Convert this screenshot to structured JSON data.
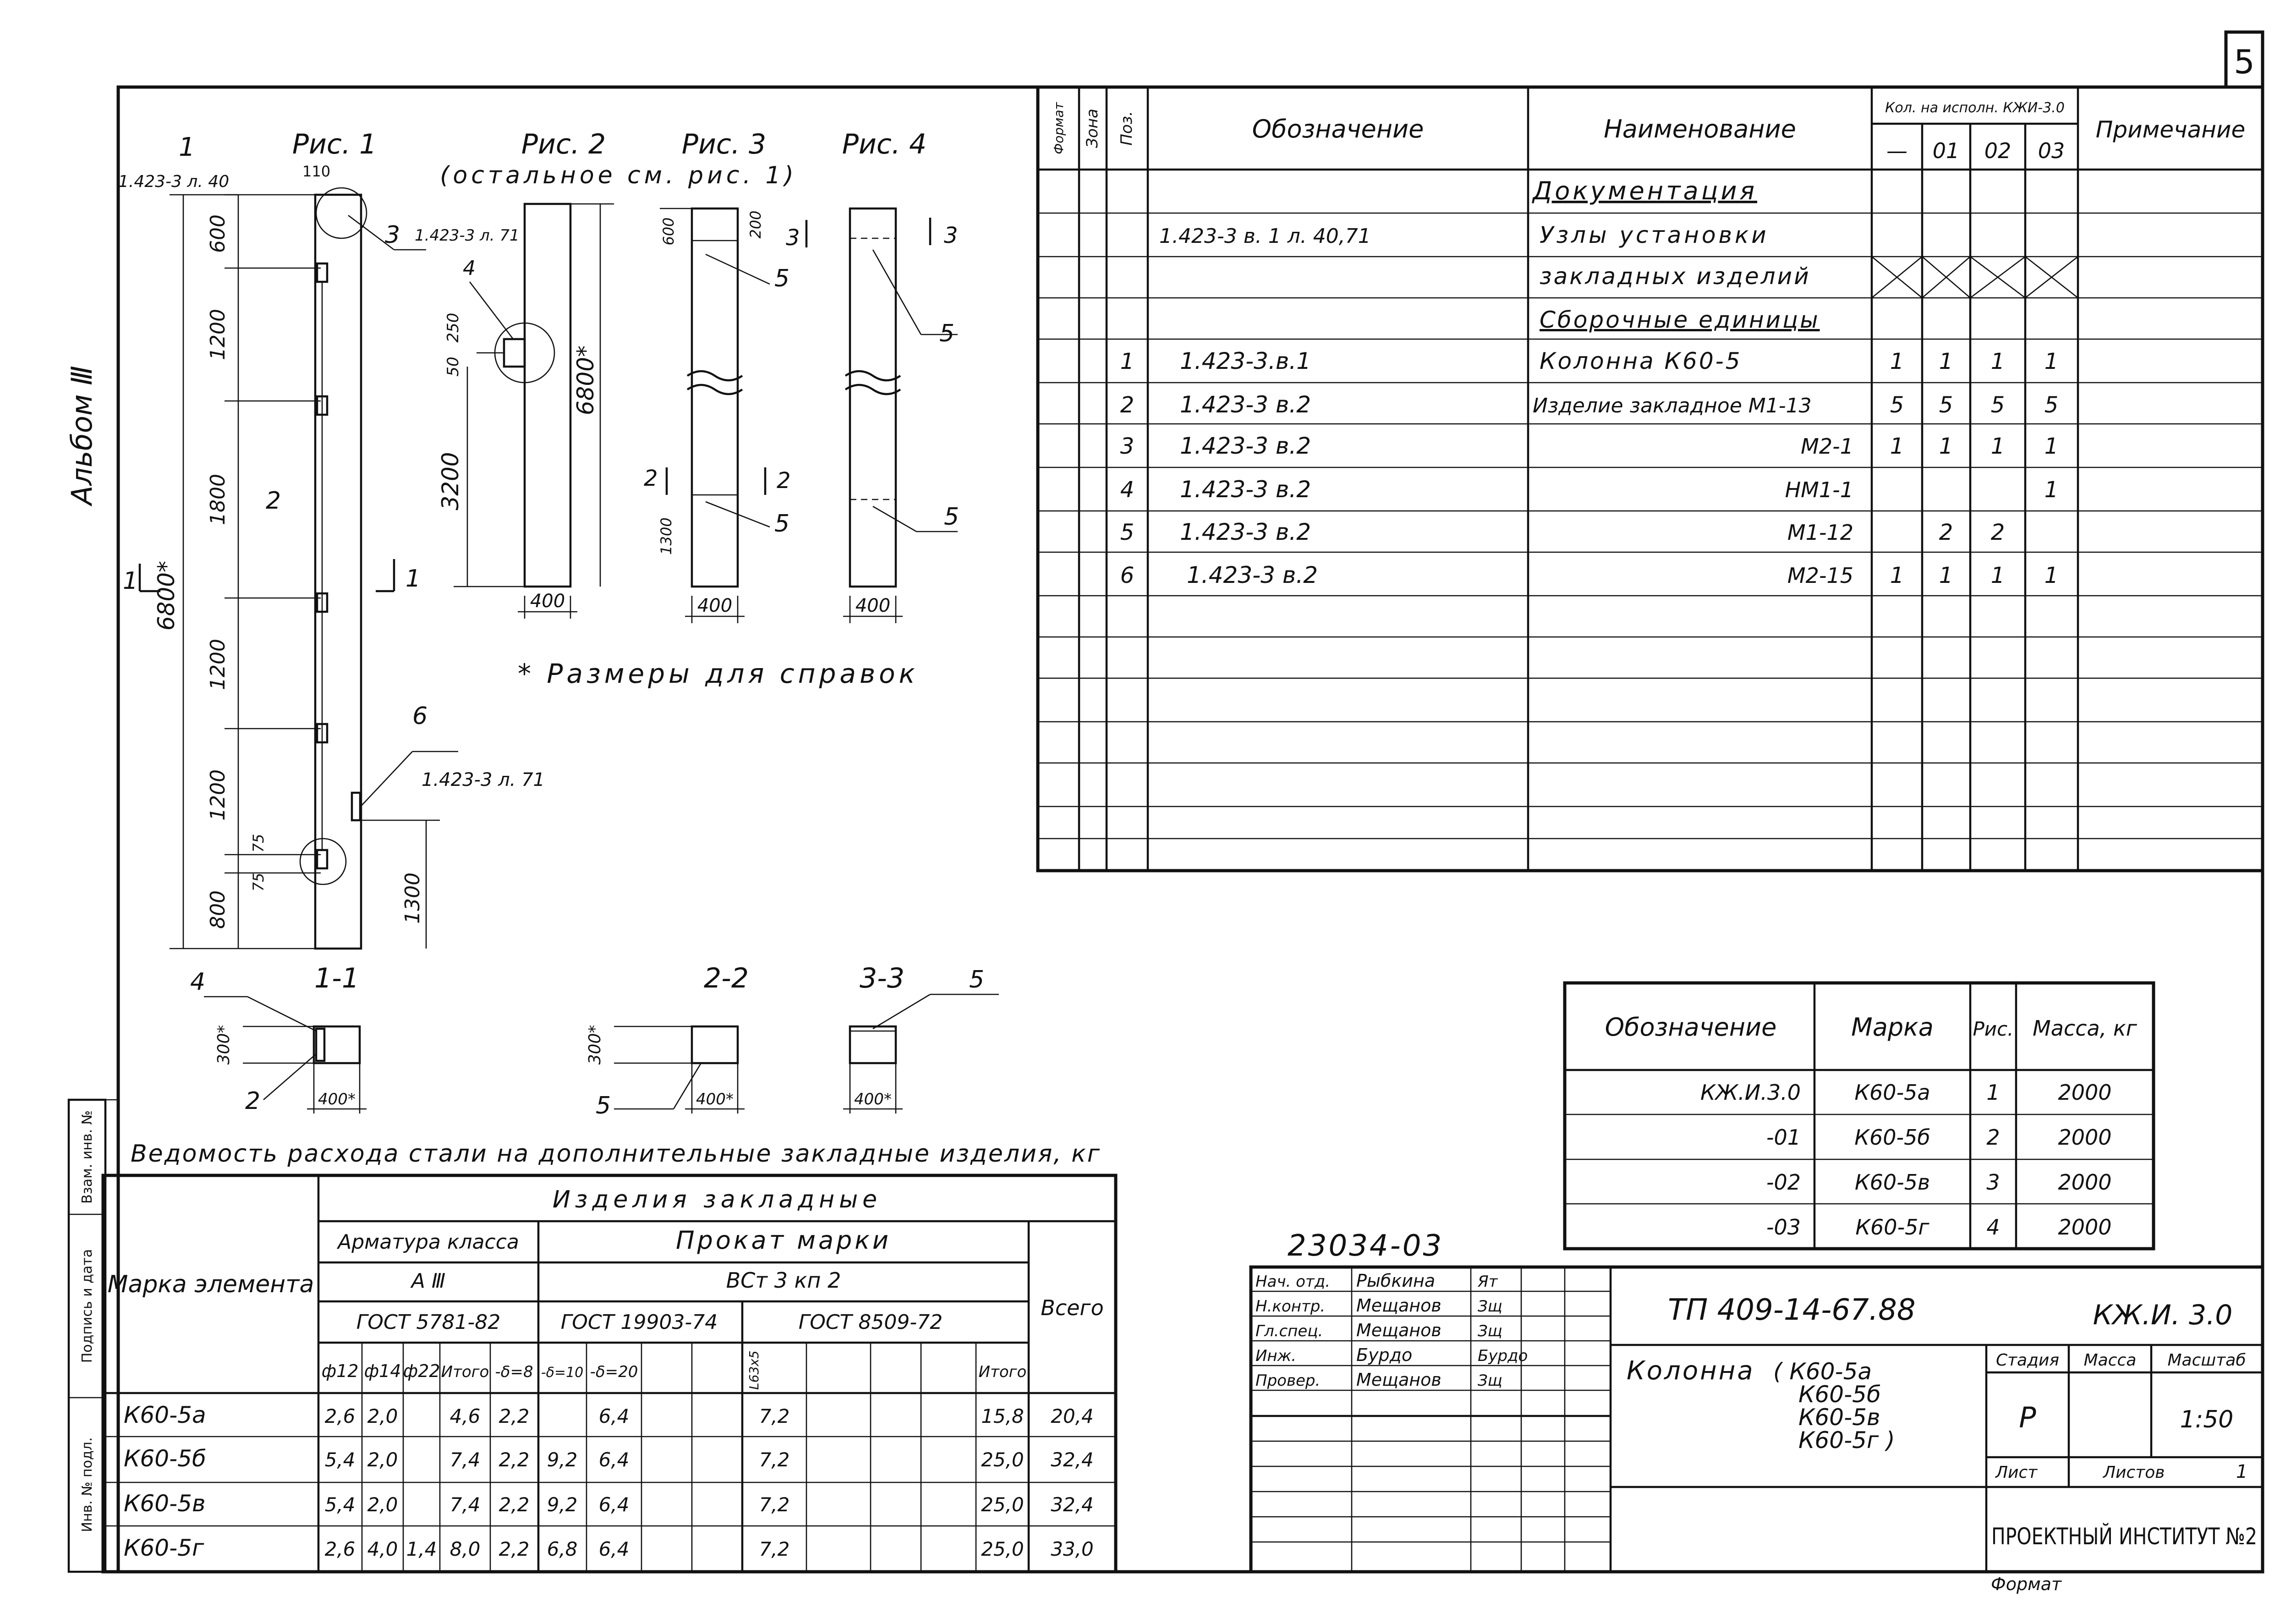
{
  "page_number": "5",
  "album_label": "Альбом Ⅲ",
  "side_stamp": [
    "Инв. № подл.",
    "Подпись и дата",
    "Взам. инв. №"
  ],
  "drawing": {
    "figure_titles": [
      "Рис. 1",
      "Рис. 2",
      "Рис. 3",
      "Рис. 4"
    ],
    "fig2_note": "(остальное см. рис. 1)",
    "reference_note": "* Размеры для справок",
    "refs": {
      "top_ref": "1.423-3 л. 40",
      "fig2_ref": "1.423-3 л. 71",
      "bottom_ref": "1.423-3 л. 71",
      "dim_110": "110"
    },
    "fig1_dims": [
      "600",
      "1200",
      "1800",
      "1200",
      "1200",
      "800",
      "6800*",
      "75",
      "75",
      "1300"
    ],
    "fig2_dims": [
      "250",
      "50",
      "3200",
      "6800*",
      "400"
    ],
    "fig3_dims": [
      "600",
      "200",
      "1300",
      "400"
    ],
    "fig4_dims": [
      "400"
    ],
    "callouts": [
      "1",
      "1",
      "1",
      "2",
      "3",
      "3",
      "3",
      "4",
      "4",
      "5",
      "5",
      "5",
      "5",
      "6",
      "2",
      "2",
      "5",
      "2"
    ],
    "section_labels": [
      "1-1",
      "2-2",
      "3-3"
    ],
    "section_dims": [
      "300*",
      "400*",
      "300*",
      "400*",
      "400*"
    ]
  },
  "spec_table": {
    "headers": {
      "format": "Формат",
      "zone": "Зона",
      "pos": "Поз.",
      "designation": "Обозначение",
      "name": "Наименование",
      "qty": "Кол. на исполн. КЖИ-3.0",
      "qty_cols": [
        "—",
        "01",
        "02",
        "03"
      ],
      "note": "Примечание"
    },
    "section_docs": "Документация",
    "doc_designation": "1.423-3 в. 1 л. 40,71",
    "doc_name_1": "Узлы установки",
    "doc_name_2": "закладных изделий",
    "section_assemblies": "Сборочные единицы",
    "rows": [
      {
        "pos": "1",
        "designation": "1.423-3.в.1",
        "name": "Колонна К60-5",
        "q": [
          "1",
          "1",
          "1",
          "1"
        ]
      },
      {
        "pos": "2",
        "designation": "1.423-3 в.2",
        "name": "Изделие закладное М1-13",
        "q": [
          "5",
          "5",
          "5",
          "5"
        ]
      },
      {
        "pos": "3",
        "designation": "1.423-3 в.2",
        "name": "М2-1",
        "q": [
          "1",
          "1",
          "1",
          "1"
        ]
      },
      {
        "pos": "4",
        "designation": "1.423-3 в.2",
        "name": "НМ1-1",
        "q": [
          "",
          "",
          "",
          "1"
        ]
      },
      {
        "pos": "5",
        "designation": "1.423-3 в.2",
        "name": "М1-12",
        "q": [
          "",
          "2",
          "2",
          ""
        ]
      },
      {
        "pos": "6",
        "designation": "1.423-3 в.2",
        "name": "М2-15",
        "q": [
          "1",
          "1",
          "1",
          "1"
        ]
      }
    ]
  },
  "mass_table": {
    "headers": [
      "Обозначение",
      "Марка",
      "Рис.",
      "Масса, кг"
    ],
    "rows": [
      [
        "КЖ.И.3.0",
        "К60-5а",
        "1",
        "2000"
      ],
      [
        "-01",
        "К60-5б",
        "2",
        "2000"
      ],
      [
        "-02",
        "К60-5в",
        "3",
        "2000"
      ],
      [
        "-03",
        "К60-5г",
        "4",
        "2000"
      ]
    ]
  },
  "steel_table": {
    "title": "Ведомость расхода стали на дополнительные закладные изделия, кг",
    "element_mark": "Марка элемента",
    "embedded": "Изделия закладные",
    "rebar_class": "Арматура класса",
    "rebar_class_value": "А Ⅲ",
    "rebar_gost": "ГОСТ 5781-82",
    "rolled": "Прокат марки",
    "rolled_grade": "ВСт 3 кп 2",
    "gost_19903": "ГОСТ 19903-74",
    "gost_8509": "ГОСТ 8509-72",
    "total": "Всего",
    "cols": [
      "ф12",
      "ф14",
      "ф22",
      "Итого",
      "-δ=8",
      "-δ=10",
      "-δ=20",
      "L63x5",
      "",
      "",
      "",
      "Итого"
    ],
    "rows": [
      {
        "mark": "К60-5а",
        "v": [
          "2,6",
          "2,0",
          "",
          "4,6",
          "2,2",
          "",
          "6,4",
          "7,2",
          "",
          "",
          "",
          "15,8"
        ],
        "total": "20,4"
      },
      {
        "mark": "К60-5б",
        "v": [
          "5,4",
          "2,0",
          "",
          "7,4",
          "2,2",
          "9,2",
          "6,4",
          "7,2",
          "",
          "",
          "",
          "25,0"
        ],
        "total": "32,4"
      },
      {
        "mark": "К60-5в",
        "v": [
          "5,4",
          "2,0",
          "",
          "7,4",
          "2,2",
          "9,2",
          "6,4",
          "7,2",
          "",
          "",
          "",
          "25,0"
        ],
        "total": "32,4"
      },
      {
        "mark": "К60-5г",
        "v": [
          "2,6",
          "4,0",
          "1,4",
          "8,0",
          "2,2",
          "6,8",
          "6,4",
          "7,2",
          "",
          "",
          "",
          "25,0"
        ],
        "total": "33,0"
      }
    ]
  },
  "title_block": {
    "archive_number": "23034-03",
    "roles": [
      {
        "role": "Нач. отд.",
        "name": "Рыбкина",
        "sign": "Ят"
      },
      {
        "role": "Н.контр.",
        "name": "Мещанов",
        "sign": "Зщ"
      },
      {
        "role": "Гл.спец.",
        "name": "Мещанов",
        "sign": "Зщ"
      },
      {
        "role": "Инж.",
        "name": "Бурдо",
        "sign": "Бурдо"
      },
      {
        "role": "Провер.",
        "name": "Мещанов",
        "sign": "Зщ"
      }
    ],
    "code": "ТП 409-14-67.88",
    "designation": "КЖ.И. 3.0",
    "object_title": "Колонна",
    "marks": [
      "( К60-5а",
      "К60-5б",
      "К60-5в",
      "К60-5г )"
    ],
    "stage_h": "Стадия",
    "mass_h": "Масса",
    "scale_h": "Масштаб",
    "stage": "Р",
    "scale": "1:50",
    "sheet_h": "Лист",
    "sheets_h": "Листов",
    "sheets": "1",
    "org": "ПРОЕКТНЫЙ ИНСТИТУТ №2",
    "format_label": "Формат"
  }
}
